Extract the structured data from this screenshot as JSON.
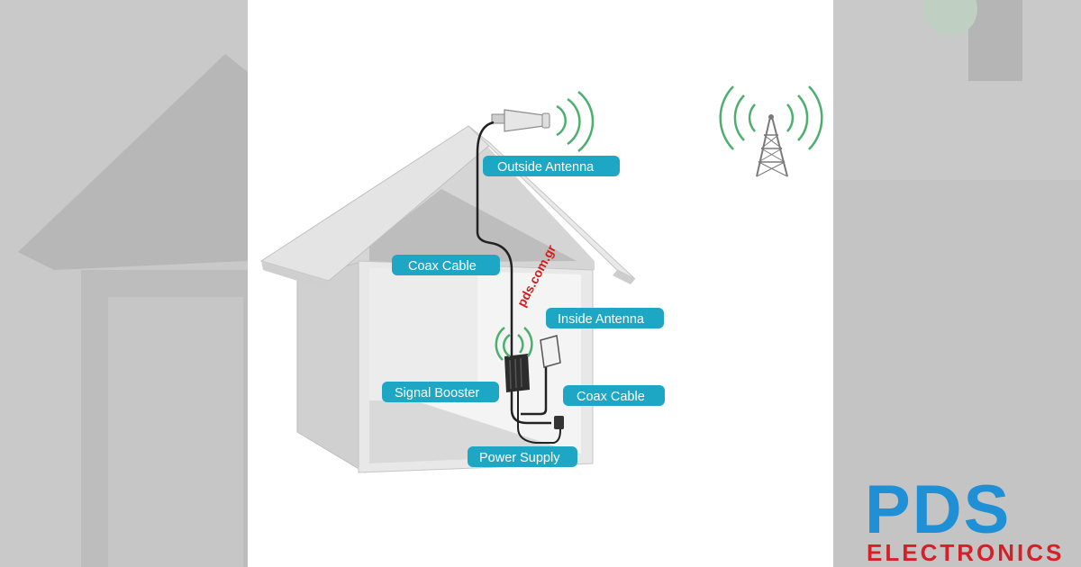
{
  "labels": {
    "outside_antenna": "Outside Antenna",
    "coax_cable_top": "Coax Cable",
    "inside_antenna": "Inside Antenna",
    "signal_booster": "Signal Booster",
    "coax_cable_bottom": "Coax Cable",
    "power_supply": "Power Supply"
  },
  "watermark": "pds.com.gr",
  "logo": {
    "main": "PDS",
    "sub": "ELECTRONICS"
  },
  "colors": {
    "callout": "#1ea7c4",
    "signal_wave": "#4caf6e",
    "logo_blue": "#1f8fd6",
    "logo_red": "#d62027",
    "watermark": "#d31d1d"
  }
}
